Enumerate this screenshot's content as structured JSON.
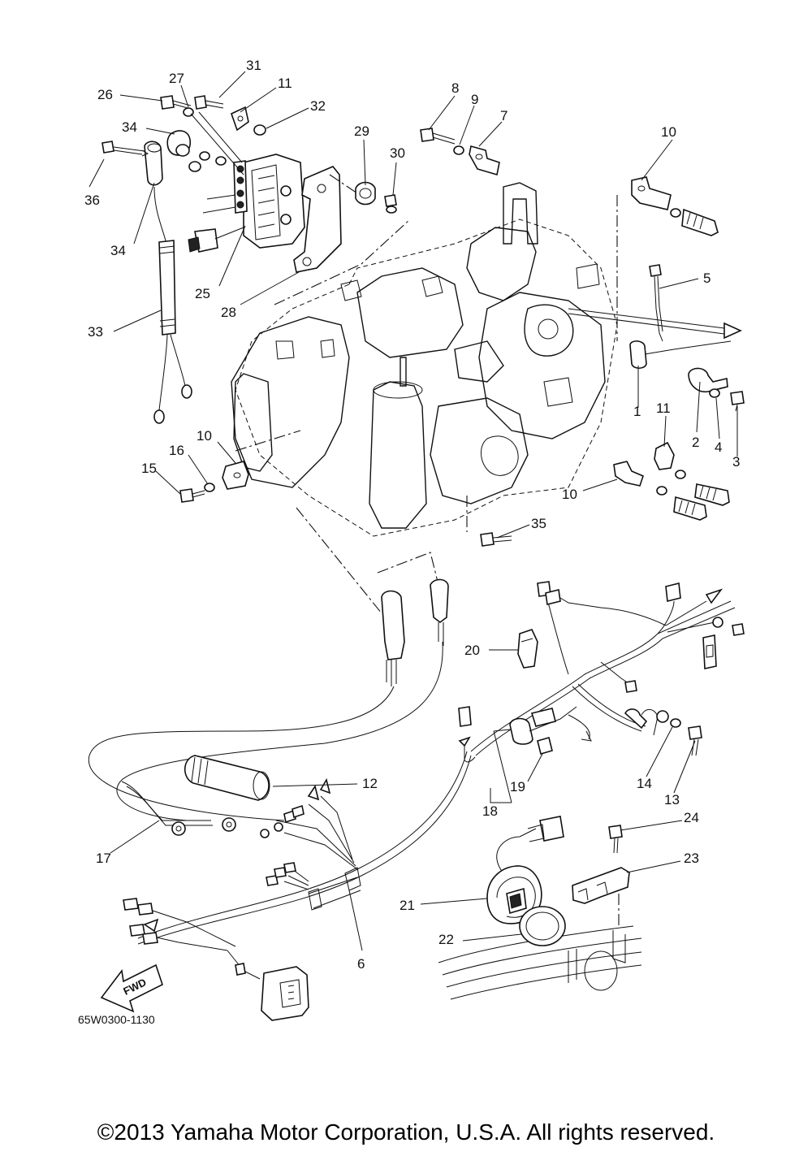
{
  "diagram": {
    "document_code": "65W0300-1130",
    "direction_label": "FWD",
    "labels": [
      {
        "id": "31",
        "text": "31"
      },
      {
        "id": "11a",
        "text": "11"
      },
      {
        "id": "27",
        "text": "27"
      },
      {
        "id": "26",
        "text": "26"
      },
      {
        "id": "32",
        "text": "32"
      },
      {
        "id": "8",
        "text": "8"
      },
      {
        "id": "9",
        "text": "9"
      },
      {
        "id": "7",
        "text": "7"
      },
      {
        "id": "29",
        "text": "29"
      },
      {
        "id": "34a",
        "text": "34"
      },
      {
        "id": "30",
        "text": "30"
      },
      {
        "id": "10a",
        "text": "10"
      },
      {
        "id": "36",
        "text": "36"
      },
      {
        "id": "34b",
        "text": "34"
      },
      {
        "id": "25",
        "text": "25"
      },
      {
        "id": "28",
        "text": "28"
      },
      {
        "id": "33",
        "text": "33"
      },
      {
        "id": "5",
        "text": "5"
      },
      {
        "id": "1",
        "text": "1"
      },
      {
        "id": "11b",
        "text": "11"
      },
      {
        "id": "2",
        "text": "2"
      },
      {
        "id": "4",
        "text": "4"
      },
      {
        "id": "3",
        "text": "3"
      },
      {
        "id": "10b",
        "text": "10"
      },
      {
        "id": "16",
        "text": "16"
      },
      {
        "id": "15",
        "text": "15"
      },
      {
        "id": "10c",
        "text": "10"
      },
      {
        "id": "35",
        "text": "35"
      },
      {
        "id": "20",
        "text": "20"
      },
      {
        "id": "12",
        "text": "12"
      },
      {
        "id": "14",
        "text": "14"
      },
      {
        "id": "13",
        "text": "13"
      },
      {
        "id": "19",
        "text": "19"
      },
      {
        "id": "18",
        "text": "18"
      },
      {
        "id": "17",
        "text": "17"
      },
      {
        "id": "24",
        "text": "24"
      },
      {
        "id": "23",
        "text": "23"
      },
      {
        "id": "21",
        "text": "21"
      },
      {
        "id": "22",
        "text": "22"
      },
      {
        "id": "6",
        "text": "6"
      }
    ]
  },
  "footer": {
    "copyright": "©2013 Yamaha Motor Corporation, U.S.A. All rights reserved."
  }
}
